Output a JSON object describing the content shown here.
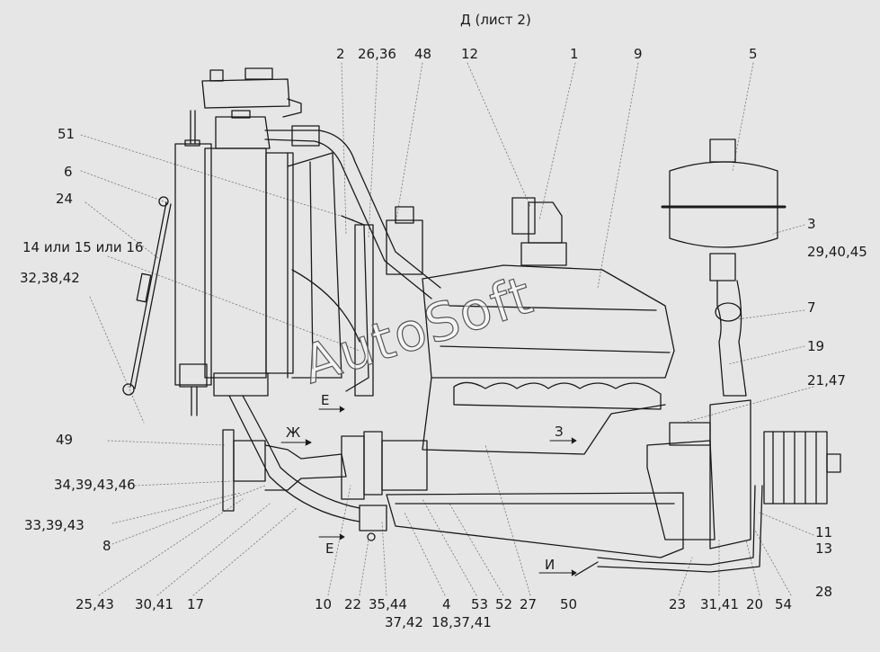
{
  "title": "Д (лист 2)",
  "watermark": "AutoSoft",
  "colors": {
    "background": "#e6e6e6",
    "line": "#1a1a1a",
    "leader": "#777777"
  },
  "labels": {
    "l2": "2",
    "l26_36": "26,36",
    "l48": "48",
    "l12": "12",
    "l1": "1",
    "l9": "9",
    "l5": "5",
    "l51": "51",
    "l6": "6",
    "l24": "24",
    "l14": "14 или 15 или 16",
    "l32": "32,38,42",
    "l3": "3",
    "l29": "29,40,45",
    "l7": "7",
    "l19": "19",
    "l21": "21,47",
    "l49": "49",
    "l34": "34,39,43,46",
    "l33": "33,39,43",
    "l8": "8",
    "l11": "11",
    "l13": "13",
    "l28": "28",
    "l25": "25,43",
    "l30": "30,41",
    "l17": "17",
    "l10": "10",
    "l22": "22",
    "l35": "35,44",
    "l4": "4",
    "l53": "53",
    "l52": "52",
    "l27": "27",
    "l50": "50",
    "l37": "37,42",
    "l18": "18,37,41",
    "l23": "23",
    "l31": "31,41",
    "l20": "20",
    "l54": "54",
    "dirE1": "Е",
    "dirZh": "Ж",
    "dirZ": "З",
    "dirE2": "Е",
    "dirI": "И"
  }
}
